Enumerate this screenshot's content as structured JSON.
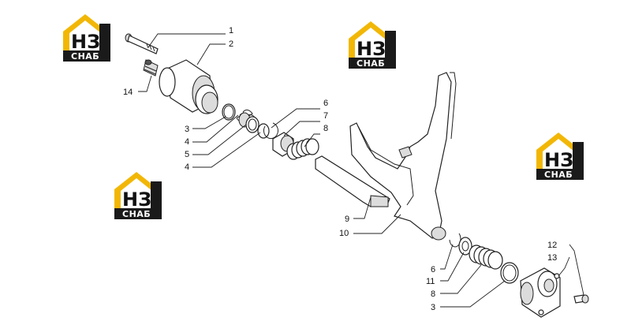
{
  "logo": {
    "letters": "НЗ",
    "caption": "СНАБ",
    "color_accent": "#f2b705",
    "color_dark": "#1a1a1a"
  },
  "callouts": [
    {
      "id": "c1",
      "label": "1"
    },
    {
      "id": "c2",
      "label": "2"
    },
    {
      "id": "c14",
      "label": "14"
    },
    {
      "id": "c3a",
      "label": "3"
    },
    {
      "id": "c4a",
      "label": "4"
    },
    {
      "id": "c5",
      "label": "5"
    },
    {
      "id": "c4b",
      "label": "4"
    },
    {
      "id": "c6a",
      "label": "6"
    },
    {
      "id": "c7",
      "label": "7"
    },
    {
      "id": "c8a",
      "label": "8"
    },
    {
      "id": "c9",
      "label": "9"
    },
    {
      "id": "c10",
      "label": "10"
    },
    {
      "id": "c6b",
      "label": "6"
    },
    {
      "id": "c11",
      "label": "11"
    },
    {
      "id": "c8b",
      "label": "8"
    },
    {
      "id": "c3b",
      "label": "3"
    },
    {
      "id": "c12",
      "label": "12"
    },
    {
      "id": "c13",
      "label": "13"
    }
  ]
}
